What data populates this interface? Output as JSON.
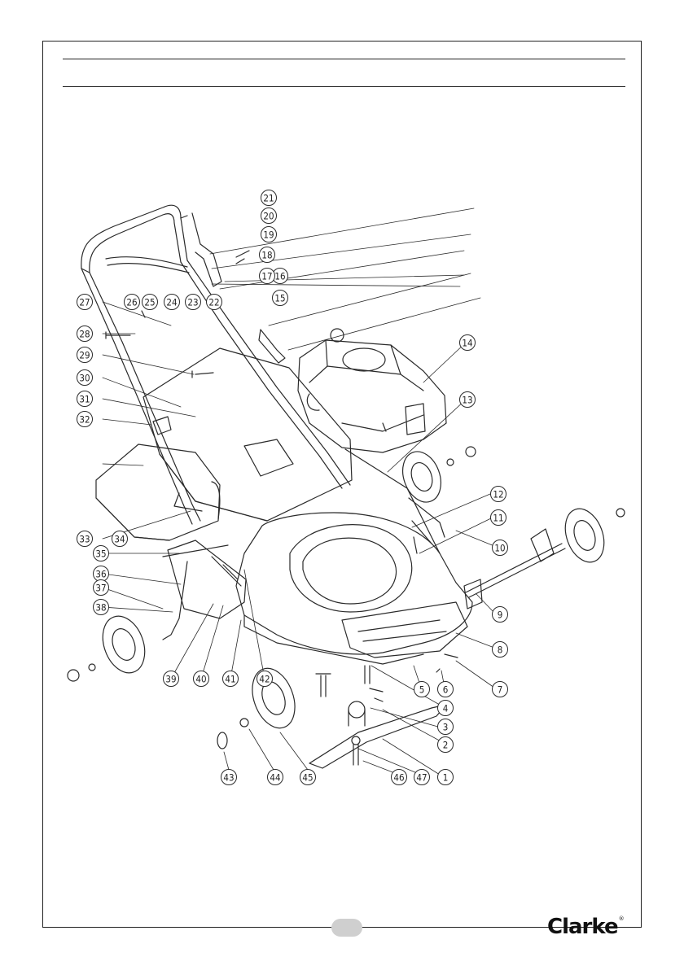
{
  "brand": {
    "name": "Clarke",
    "mark": "®"
  },
  "callouts": [
    "1",
    "2",
    "3",
    "4",
    "5",
    "6",
    "7",
    "8",
    "9",
    "10",
    "11",
    "12",
    "13",
    "14",
    "15",
    "16",
    "17",
    "18",
    "19",
    "20",
    "21",
    "22",
    "23",
    "24",
    "25",
    "26",
    "27",
    "28",
    "29",
    "30",
    "31",
    "32",
    "33",
    "34",
    "35",
    "36",
    "37",
    "38",
    "39",
    "40",
    "41",
    "42",
    "43",
    "44",
    "45",
    "46",
    "47"
  ]
}
